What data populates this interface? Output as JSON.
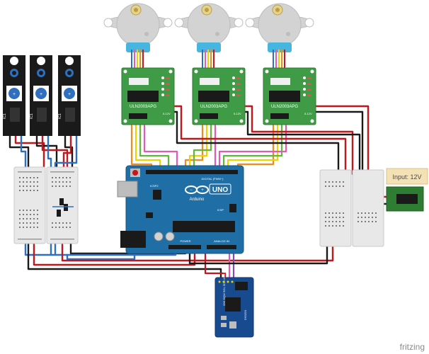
{
  "labels": {
    "uno_logo": "UNO",
    "arduino_word": "Arduino",
    "digital_header": "DIGITAL (PWM~)",
    "analog_header": "ANALOG IN",
    "power_header": "POWER",
    "icsp": "ICSP",
    "icsp2": "ICSP2",
    "driver_chip": "ULN2003APG",
    "driver_voltage": "5-12V",
    "sensor_chip": "IC1",
    "rtc_chip": "DS3231",
    "rtc_pins": "32K SQW SCL SDA VCC GND",
    "power_jack": "Input: 12V",
    "watermark": "fritzing"
  },
  "colors": {
    "wire_black": "#1a1a1a",
    "wire_red": "#c0181d",
    "wire_blue": "#2f6fbf",
    "wire_yellow": "#e8d400",
    "wire_green": "#5fb83a",
    "wire_orange": "#ef8a1d",
    "wire_pink": "#e05bb4",
    "wire_purple": "#7c4fb5",
    "arduino_blue": "#1f6ea5",
    "driver_green": "#3f9b45",
    "rtc_blue": "#174a8f",
    "breadboard": "#e8e8e8",
    "motor_grey": "#d3d3d3",
    "motor_cap": "#46b6e0",
    "jack_green": "#2e7d32",
    "label_yellow": "#f4e1b4"
  }
}
